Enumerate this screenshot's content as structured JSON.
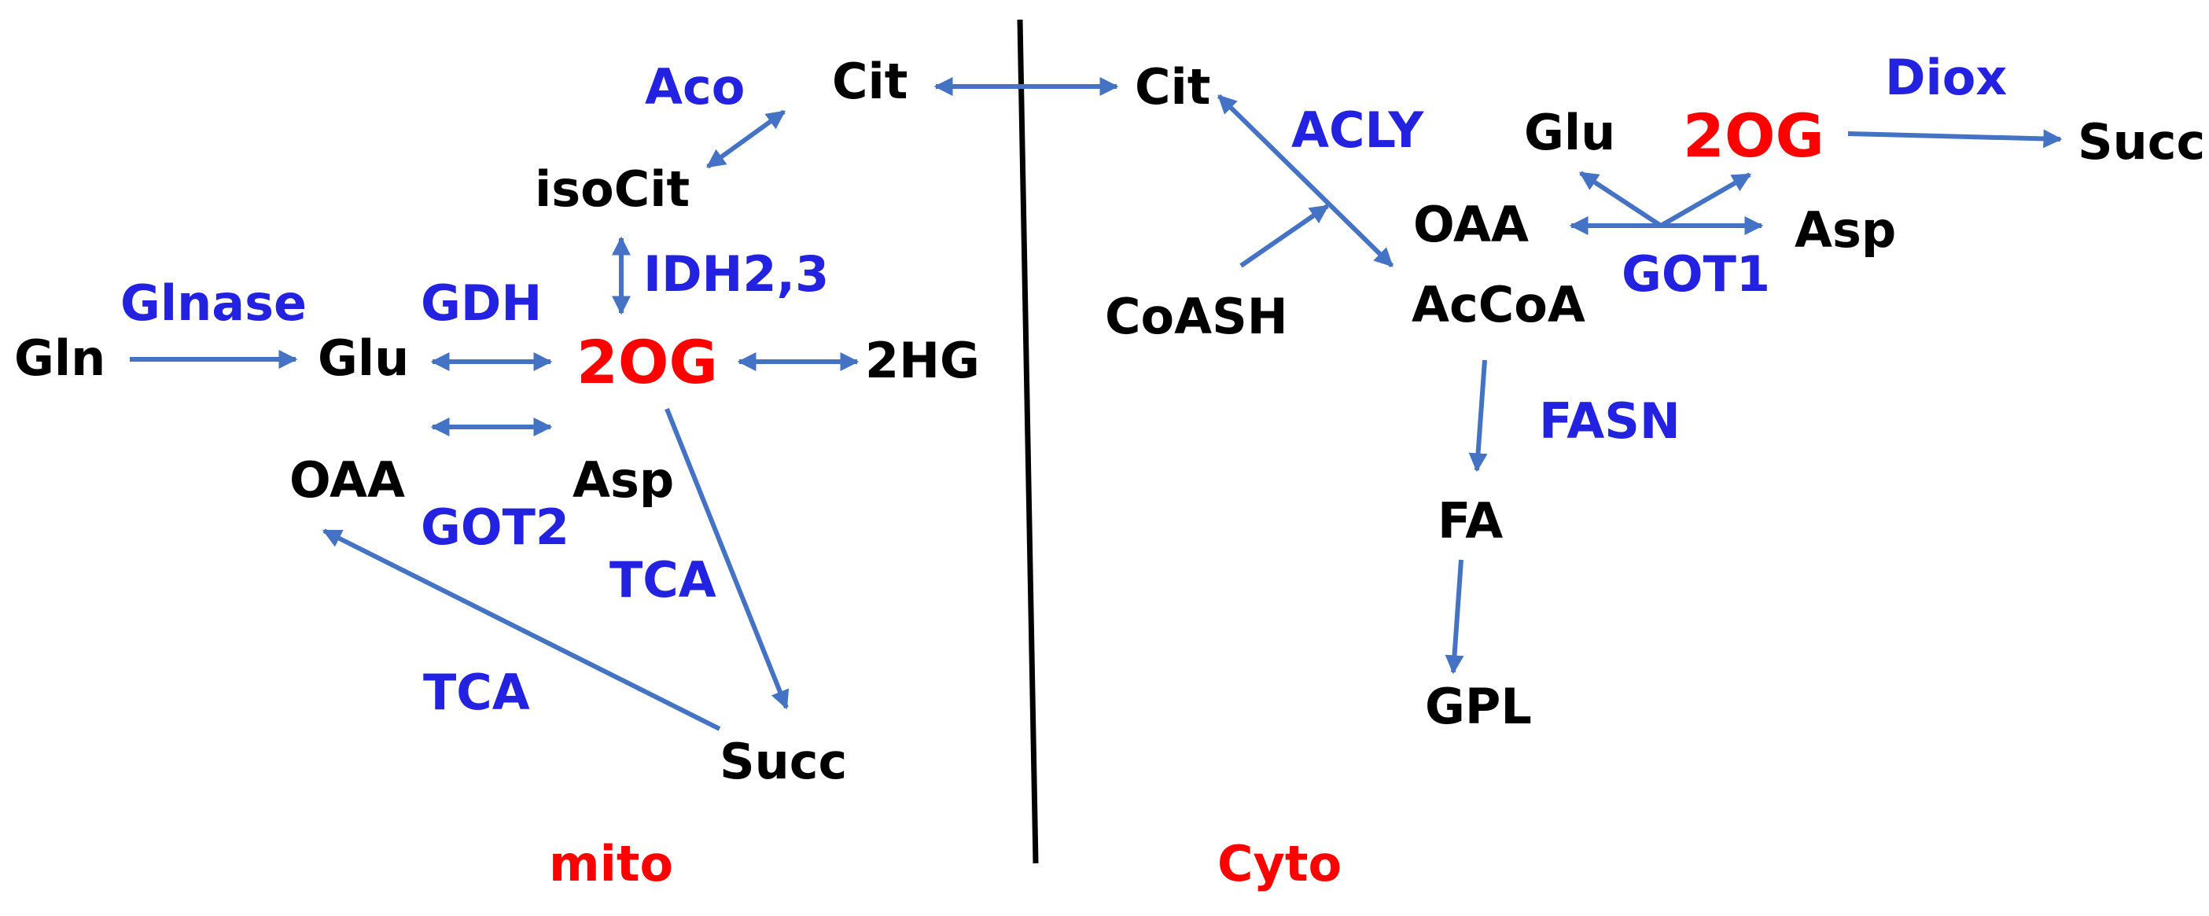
{
  "mito": {
    "compartment_label": "mito",
    "metabolites": {
      "gln": "Gln",
      "glu": "Glu",
      "two_og": "2OG",
      "two_hg": "2HG",
      "cit": "Cit",
      "isocit": "isoCit",
      "oaa": "OAA",
      "asp": "Asp",
      "succ": "Succ"
    },
    "enzymes": {
      "glnase": "Glnase",
      "gdh": "GDH",
      "aco": "Aco",
      "idh": "IDH2,3",
      "got2": "GOT2",
      "tca_upper": "TCA",
      "tca_lower": "TCA"
    }
  },
  "cyto": {
    "compartment_label": "Cyto",
    "metabolites": {
      "cit": "Cit",
      "coash": "CoASH",
      "oaa": "OAA",
      "accoa": "AcCoA",
      "glu": "Glu",
      "two_og": "2OG",
      "asp": "Asp",
      "succ": "Succ",
      "fa": "FA",
      "gpl": "GPL"
    },
    "enzymes": {
      "acly": "ACLY",
      "got1": "GOT1",
      "diox": "Diox",
      "fasn": "FASN"
    }
  },
  "colors": {
    "metabolite": "#000000",
    "enzyme": "#2222e0",
    "highlight": "#ff0000",
    "arrow": "#4472c4",
    "membrane": "#000000"
  }
}
